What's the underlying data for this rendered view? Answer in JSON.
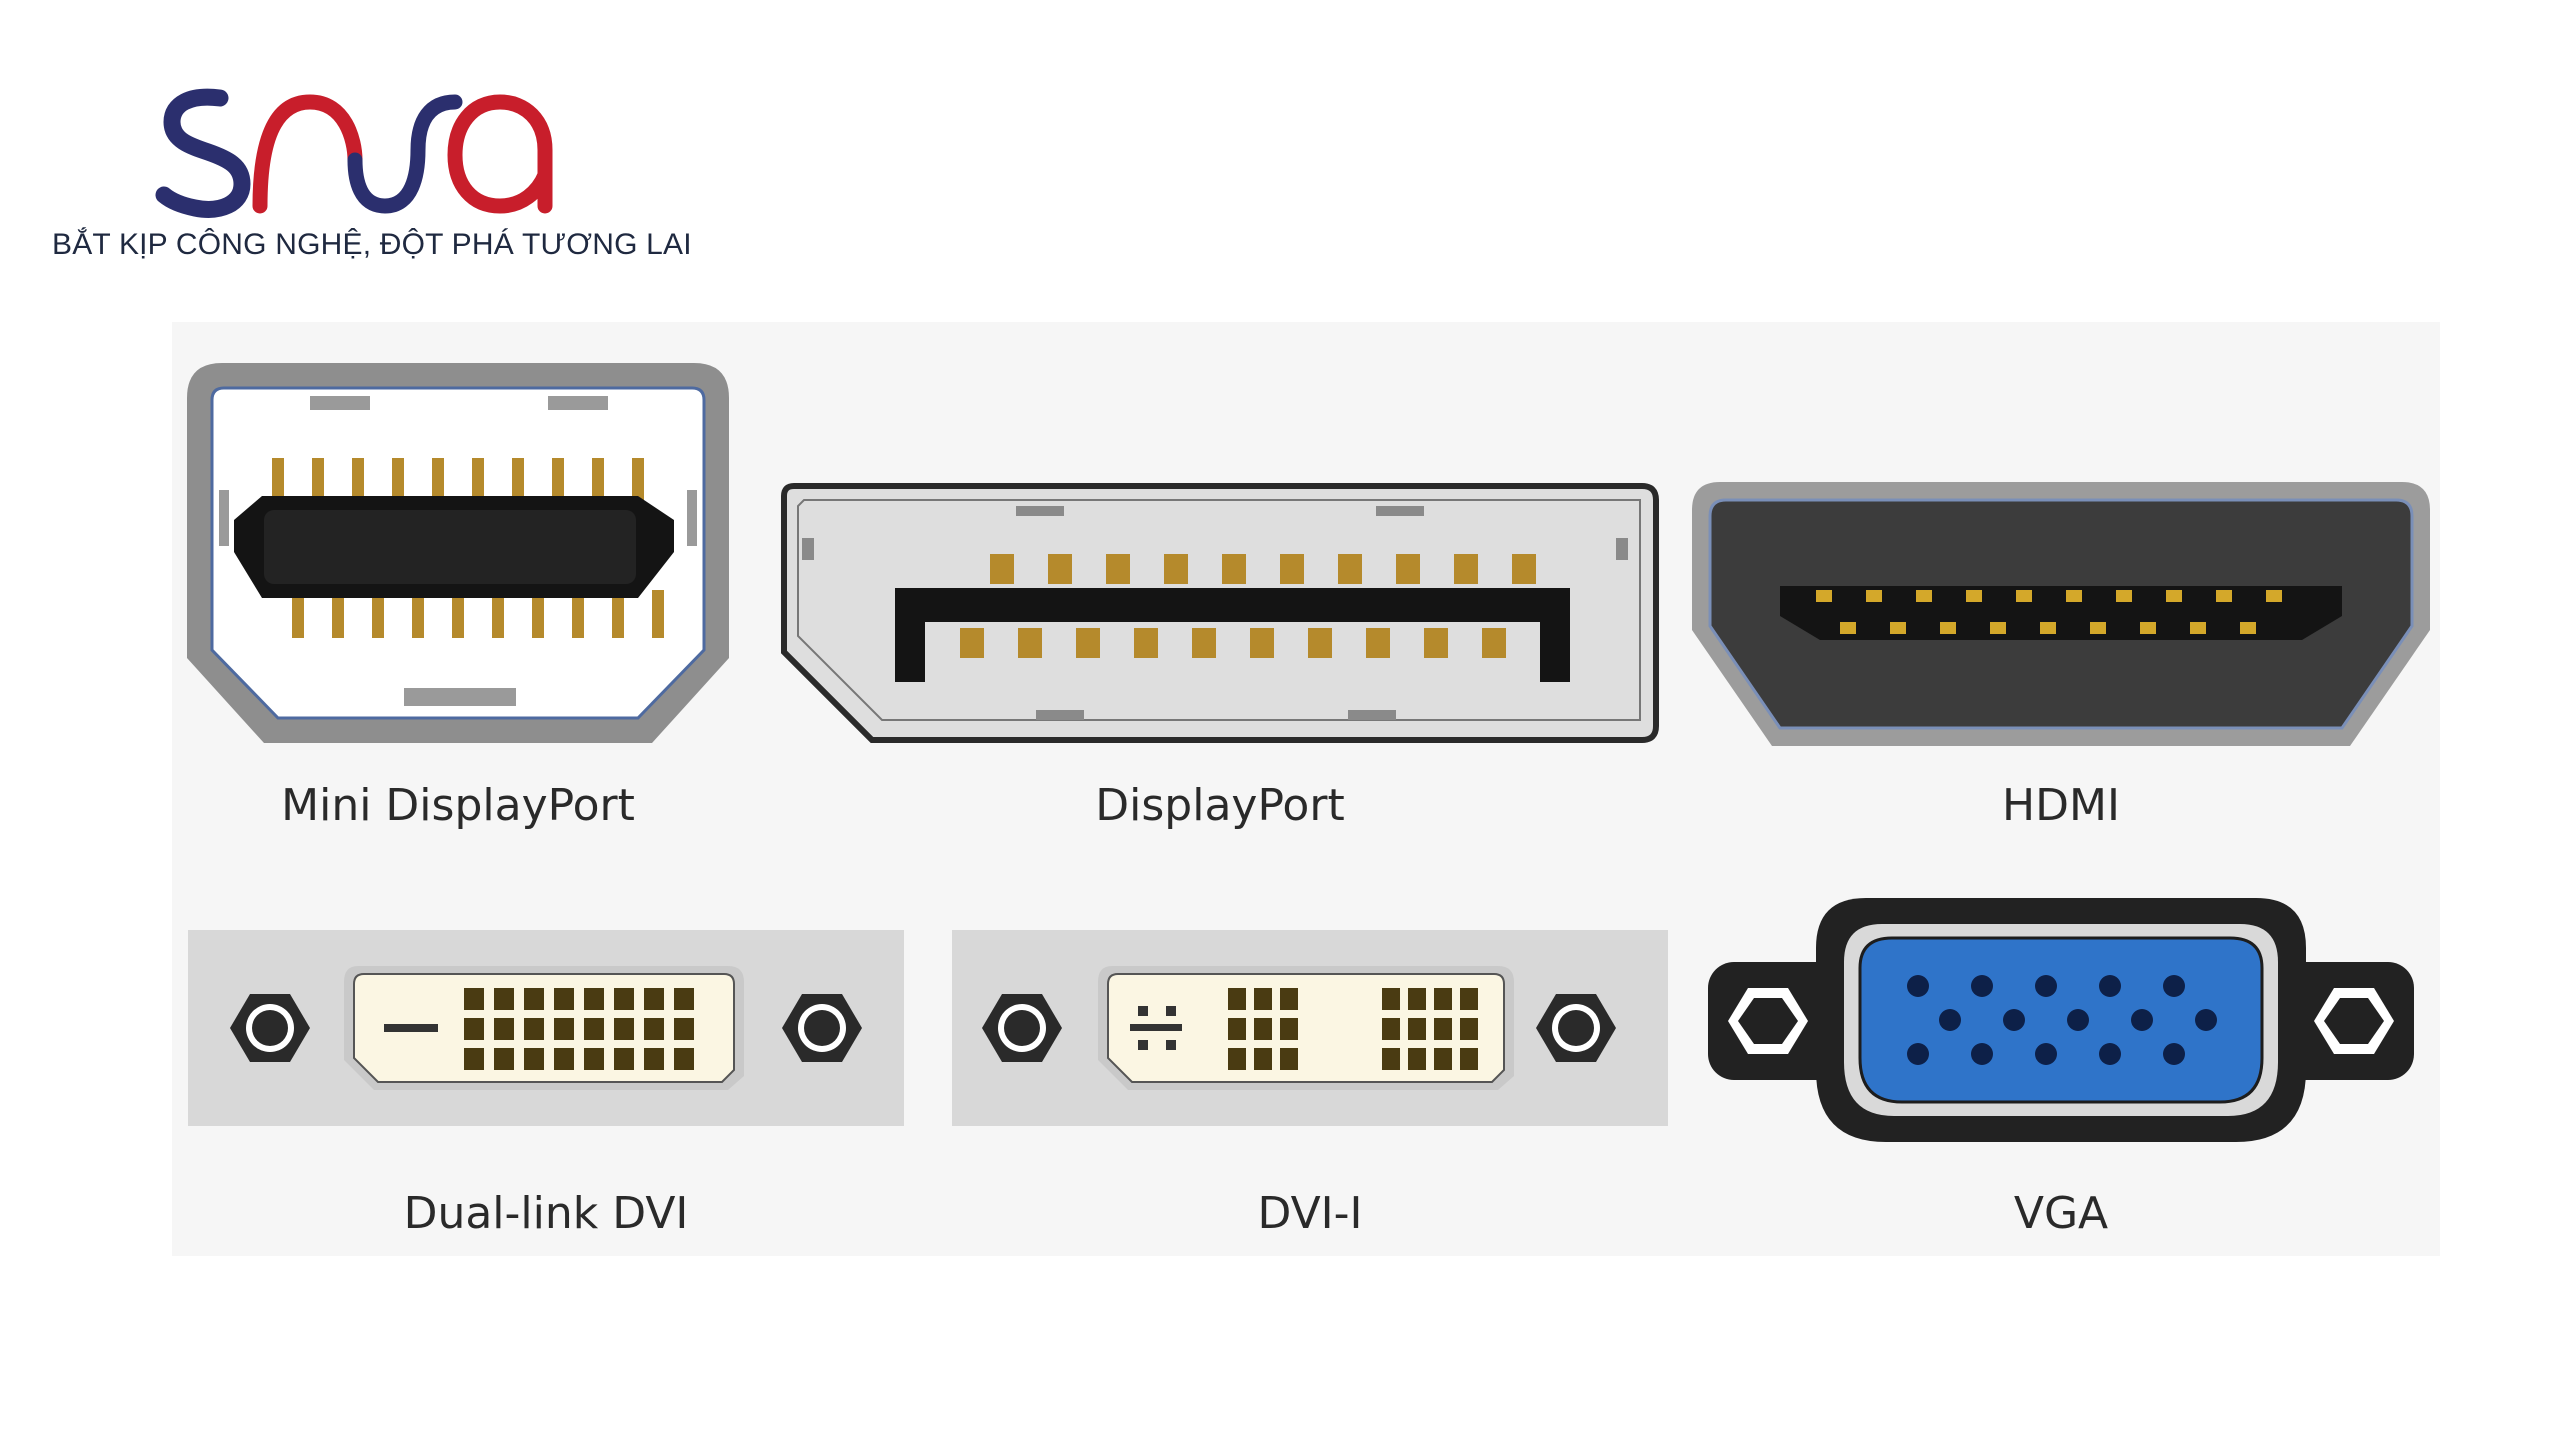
{
  "brand": {
    "logo_text": "SONA",
    "tagline": "BẮT KỊP CÔNG NGHỆ, ĐỘT PHÁ TƯƠNG LAI",
    "colors": {
      "navy": "#2b2f6e",
      "red": "#c81e2b"
    }
  },
  "ports": [
    {
      "label": "Mini DisplayPort",
      "icon": "mini-displayport-icon"
    },
    {
      "label": "DisplayPort",
      "icon": "displayport-icon"
    },
    {
      "label": "HDMI",
      "icon": "hdmi-icon"
    },
    {
      "label": "Dual-link DVI",
      "icon": "dual-link-dvi-icon"
    },
    {
      "label": "DVI-I",
      "icon": "dvi-i-icon"
    },
    {
      "label": "VGA",
      "icon": "vga-icon"
    }
  ],
  "colors": {
    "pin_gold": "#b58a2c",
    "vga_blue": "#2f74c9",
    "dvi_pin": "#4a3b12",
    "connector_dark": "#222222"
  }
}
